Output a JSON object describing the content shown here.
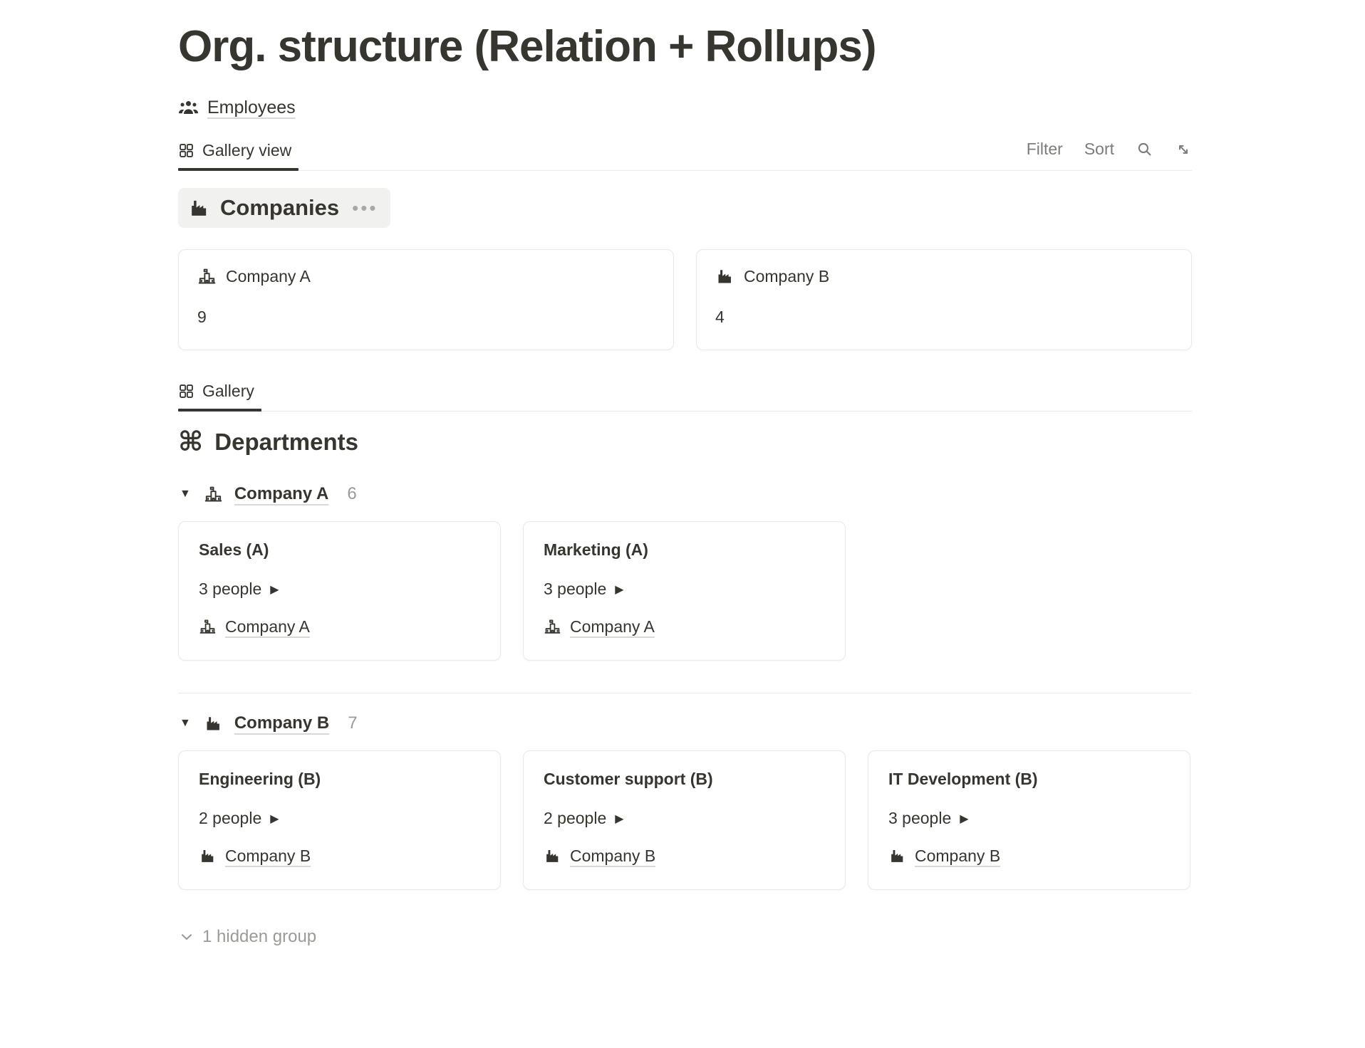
{
  "page": {
    "title": "Org. structure (Relation + Rollups)"
  },
  "breadcrumb": {
    "label": "Employees",
    "icon": "people-icon"
  },
  "toolbar": {
    "tab_label": "Gallery view",
    "tab_icon": "gallery-grid-icon",
    "filter_label": "Filter",
    "sort_label": "Sort",
    "icons": [
      "search-icon",
      "expand-icon"
    ]
  },
  "companies": {
    "title": "Companies",
    "title_icon": "factory-icon",
    "menu_icon": "ellipsis-icon",
    "cards": [
      {
        "name": "Company A",
        "count": "9",
        "icon": "school-icon"
      },
      {
        "name": "Company B",
        "count": "4",
        "icon": "factory-icon"
      }
    ]
  },
  "toolbar2": {
    "tab_label": "Gallery",
    "tab_icon": "gallery-grid-icon"
  },
  "departments": {
    "title": "Departments",
    "title_icon": "command-icon",
    "groups": [
      {
        "name": "Company A",
        "count": "6",
        "icon": "school-icon",
        "cards": [
          {
            "title": "Sales (A)",
            "people": "3 people",
            "company": "Company A",
            "company_icon": "school-icon"
          },
          {
            "title": "Marketing (A)",
            "people": "3 people",
            "company": "Company A",
            "company_icon": "school-icon"
          }
        ]
      },
      {
        "name": "Company B",
        "count": "7",
        "icon": "factory-icon",
        "cards": [
          {
            "title": "Engineering (B)",
            "people": "2 people",
            "company": "Company B",
            "company_icon": "factory-icon"
          },
          {
            "title": "Customer support (B)",
            "people": "2 people",
            "company": "Company B",
            "company_icon": "factory-icon"
          },
          {
            "title": "IT Development (B)",
            "people": "3 people",
            "company": "Company B",
            "company_icon": "factory-icon"
          }
        ]
      }
    ],
    "hidden_group_label": "1 hidden group",
    "hidden_group_icon": "chevron-down-icon"
  },
  "glyphs": {
    "triangle_down": "▼",
    "triangle_right": "▶",
    "command": "⌘",
    "ellipsis": "•••"
  },
  "colors": {
    "text": "#37352F",
    "muted": "#9b9a97",
    "toolbar_gray": "#7d7c78",
    "border": "#e9e9e7",
    "pill_bg": "#f1f1ef"
  }
}
